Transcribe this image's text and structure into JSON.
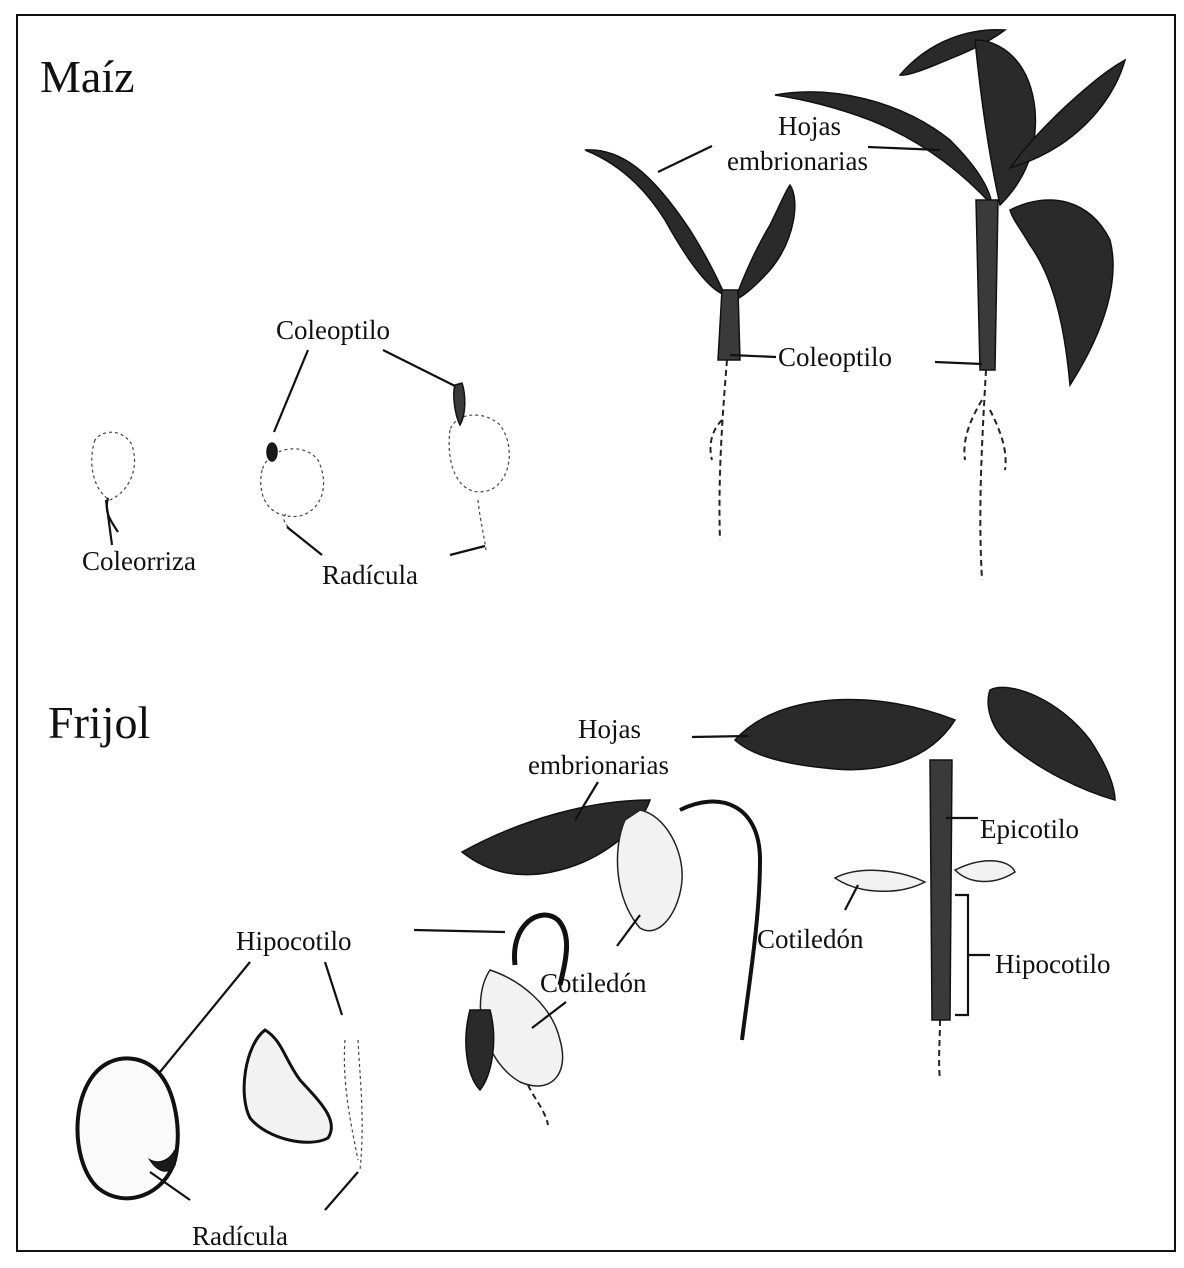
{
  "sections": {
    "maiz": {
      "title": "Maíz",
      "labels": {
        "hojas_embrionarias_1": "Hojas",
        "hojas_embrionarias_2": "embrionarias",
        "coleoptilo_top": "Coleoptilo",
        "coleoptilo_right": "Coleoptilo",
        "coleorriza": "Coleorriza",
        "radicula": "Radícula"
      }
    },
    "frijol": {
      "title": "Frijol",
      "labels": {
        "hojas_embrionarias_1": "Hojas",
        "hojas_embrionarias_2": "embrionarias",
        "epicotilo": "Epicotilo",
        "hipocotilo_left": "Hipocotilo",
        "hipocotilo_right": "Hipocotilo",
        "cotiledon_middle": "Cotiledón",
        "cotiledon_right": "Cotiledón",
        "radicula": "Radícula"
      }
    }
  }
}
